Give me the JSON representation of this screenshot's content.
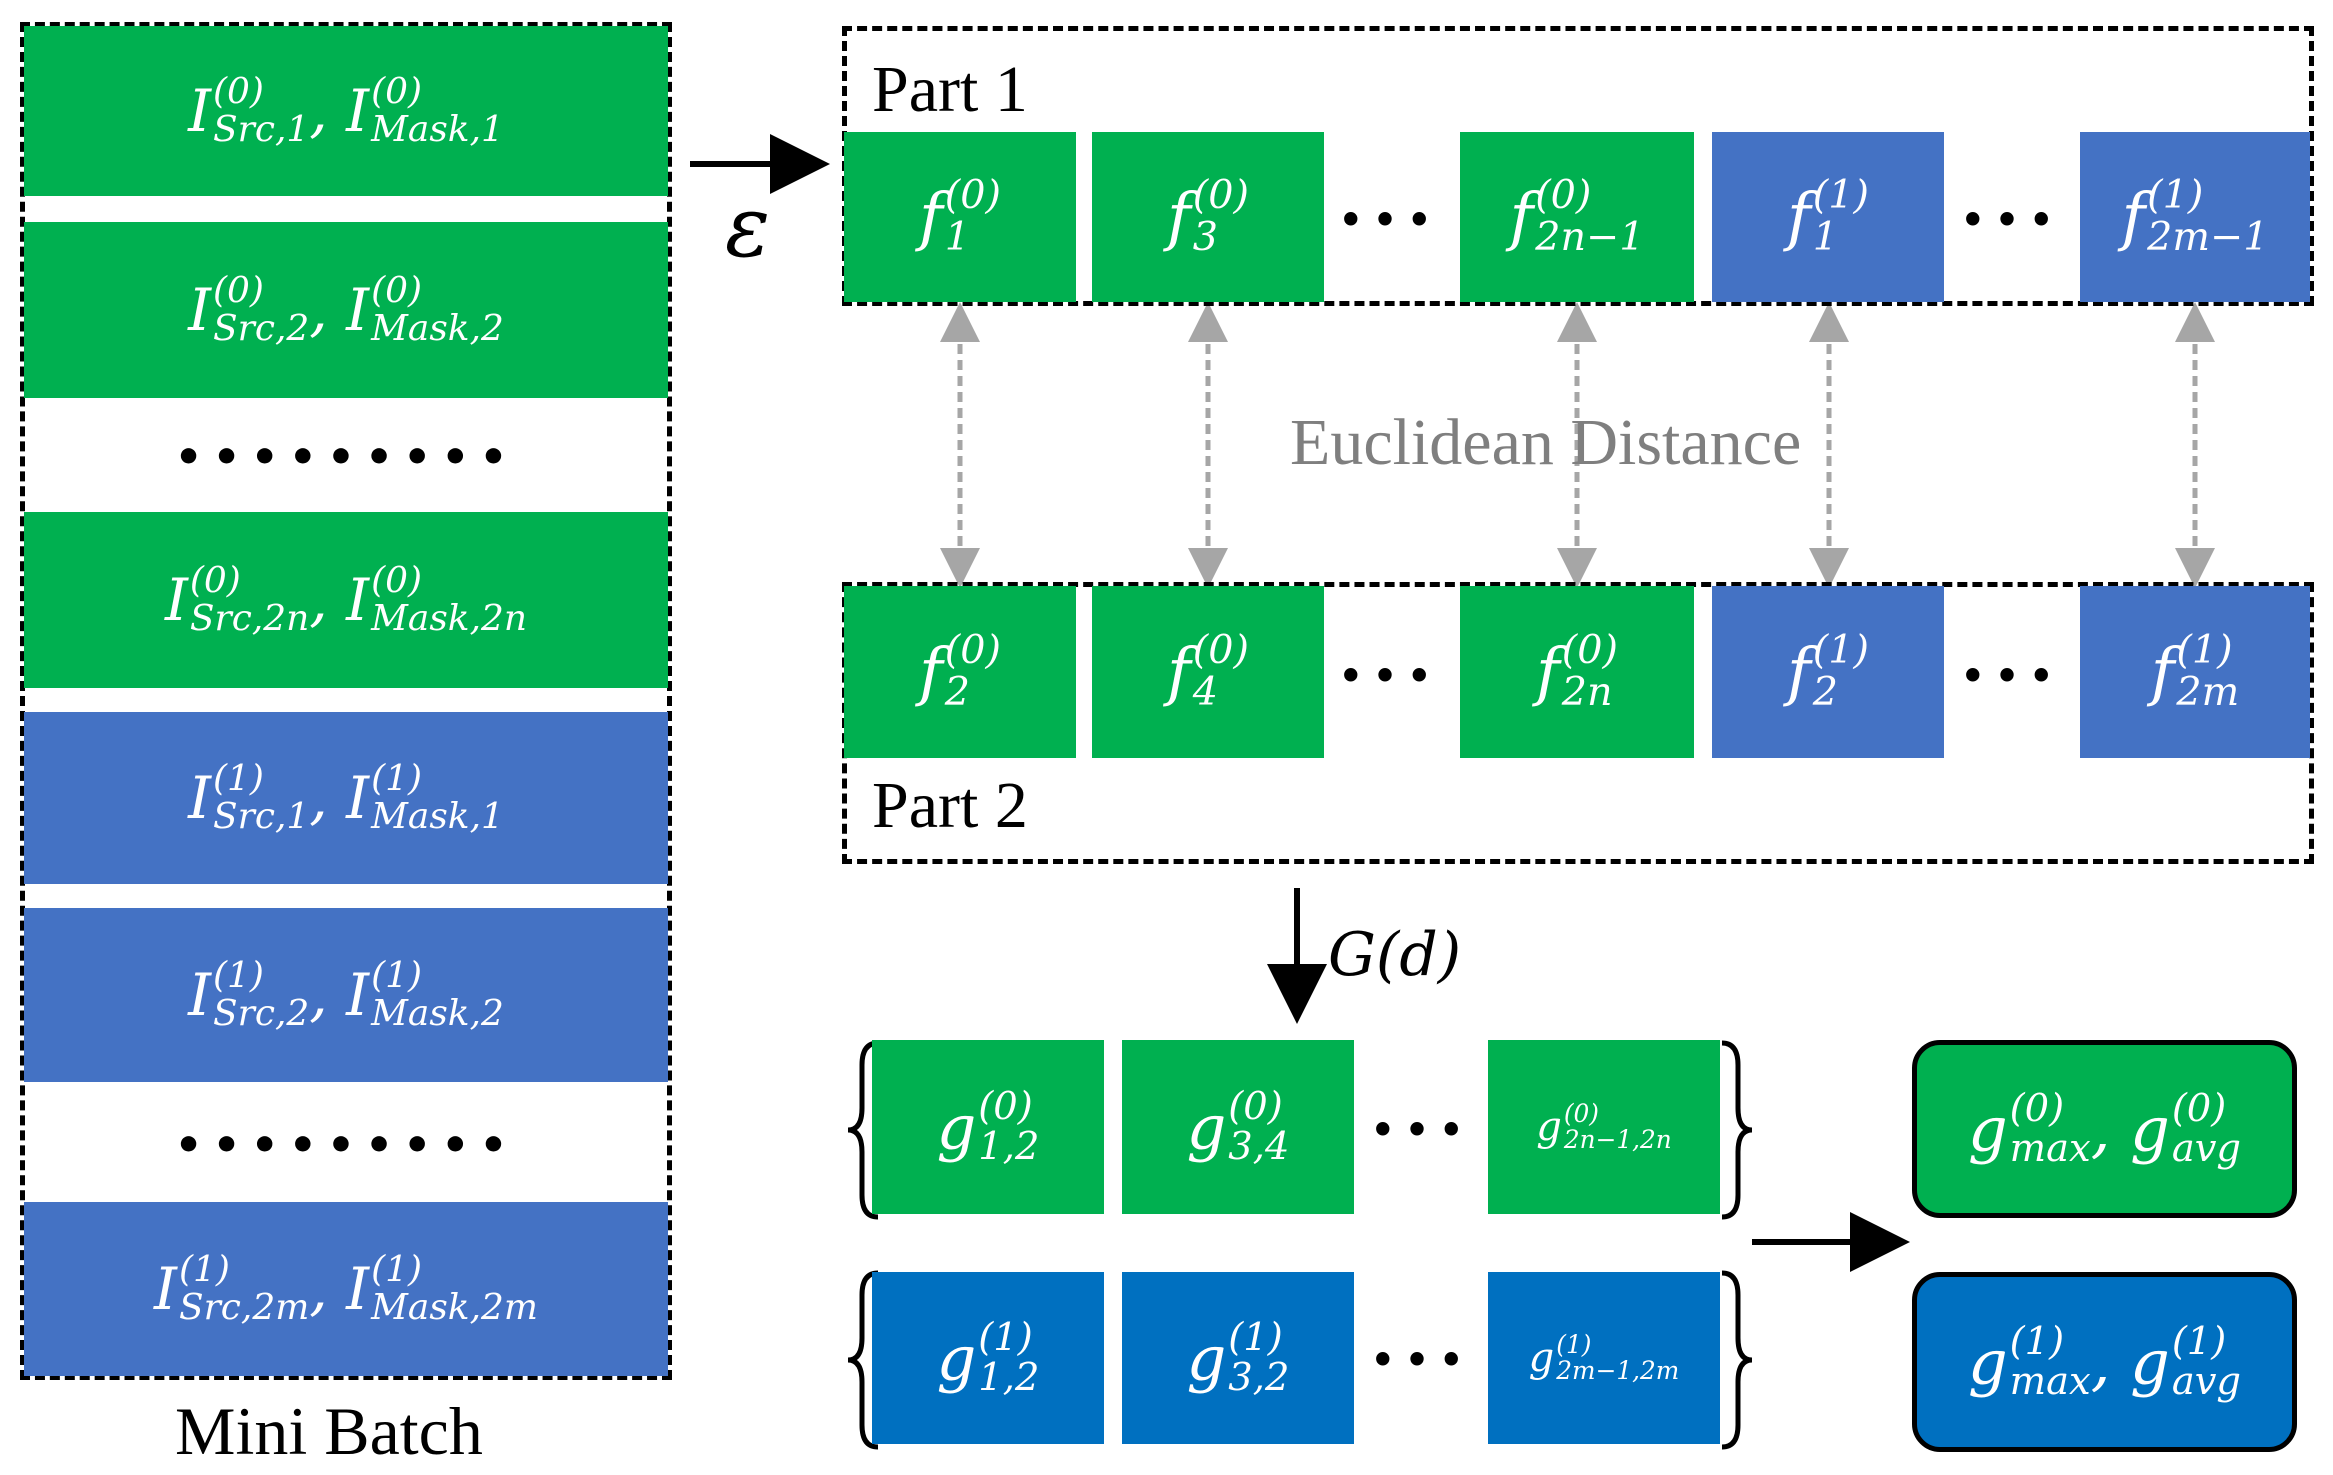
{
  "mini_batch": {
    "label": "Mini Batch",
    "rows": [
      {
        "base": "I",
        "sup": "(0)",
        "sub_a": "Src,1",
        "sub_b": "Mask,1"
      },
      {
        "base": "I",
        "sup": "(0)",
        "sub_a": "Src,2",
        "sub_b": "Mask,2"
      },
      {
        "base": "I",
        "sup": "(0)",
        "sub_a": "Src,2n",
        "sub_b": "Mask,2n"
      },
      {
        "base": "I",
        "sup": "(1)",
        "sub_a": "Src,1",
        "sub_b": "Mask,1"
      },
      {
        "base": "I",
        "sup": "(1)",
        "sub_a": "Src,2",
        "sub_b": "Mask,2"
      },
      {
        "base": "I",
        "sup": "(1)",
        "sub_a": "Src,2m",
        "sub_b": "Mask,2m"
      }
    ],
    "ellipsis": "•••••••••"
  },
  "encoder_symbol": "ε",
  "part1": {
    "label": "Part 1",
    "cells": [
      {
        "base": "f",
        "sup": "(0)",
        "sub": "1"
      },
      {
        "base": "f",
        "sup": "(0)",
        "sub": "3"
      },
      {
        "base": "f",
        "sup": "(0)",
        "sub": "2n−1"
      },
      {
        "base": "f",
        "sup": "(1)",
        "sub": "1"
      },
      {
        "base": "f",
        "sup": "(1)",
        "sub": "2m−1"
      }
    ]
  },
  "part2": {
    "label": "Part 2",
    "cells": [
      {
        "base": "f",
        "sup": "(0)",
        "sub": "2"
      },
      {
        "base": "f",
        "sup": "(0)",
        "sub": "4"
      },
      {
        "base": "f",
        "sup": "(0)",
        "sub": "2n"
      },
      {
        "base": "f",
        "sup": "(1)",
        "sub": "2"
      },
      {
        "base": "f",
        "sup": "(1)",
        "sub": "2m"
      }
    ]
  },
  "distance_label": "Euclidean Distance",
  "g_function_label": "G(d)",
  "ellipsis_short": "•••",
  "g_row0": [
    {
      "base": "g",
      "sup": "(0)",
      "sub": "1,2"
    },
    {
      "base": "g",
      "sup": "(0)",
      "sub": "3,4"
    },
    {
      "base": "g",
      "sup": "(0)",
      "sub": "2n−1,2n"
    }
  ],
  "g_row1": [
    {
      "base": "g",
      "sup": "(1)",
      "sub": "1,2"
    },
    {
      "base": "g",
      "sup": "(1)",
      "sub": "3,2"
    },
    {
      "base": "g",
      "sup": "(1)",
      "sub": "2m−1,2m"
    }
  ],
  "result0": {
    "base": "g",
    "sup": "(0)",
    "sub_a": "max",
    "sub_b": "avg"
  },
  "result1": {
    "base": "g",
    "sup": "(1)",
    "sub_a": "max",
    "sub_b": "avg"
  },
  "colors": {
    "green": "#00b050",
    "blue": "#4472c4",
    "dark_blue": "#0070c0",
    "arrow_gray": "#a6a6a6"
  }
}
